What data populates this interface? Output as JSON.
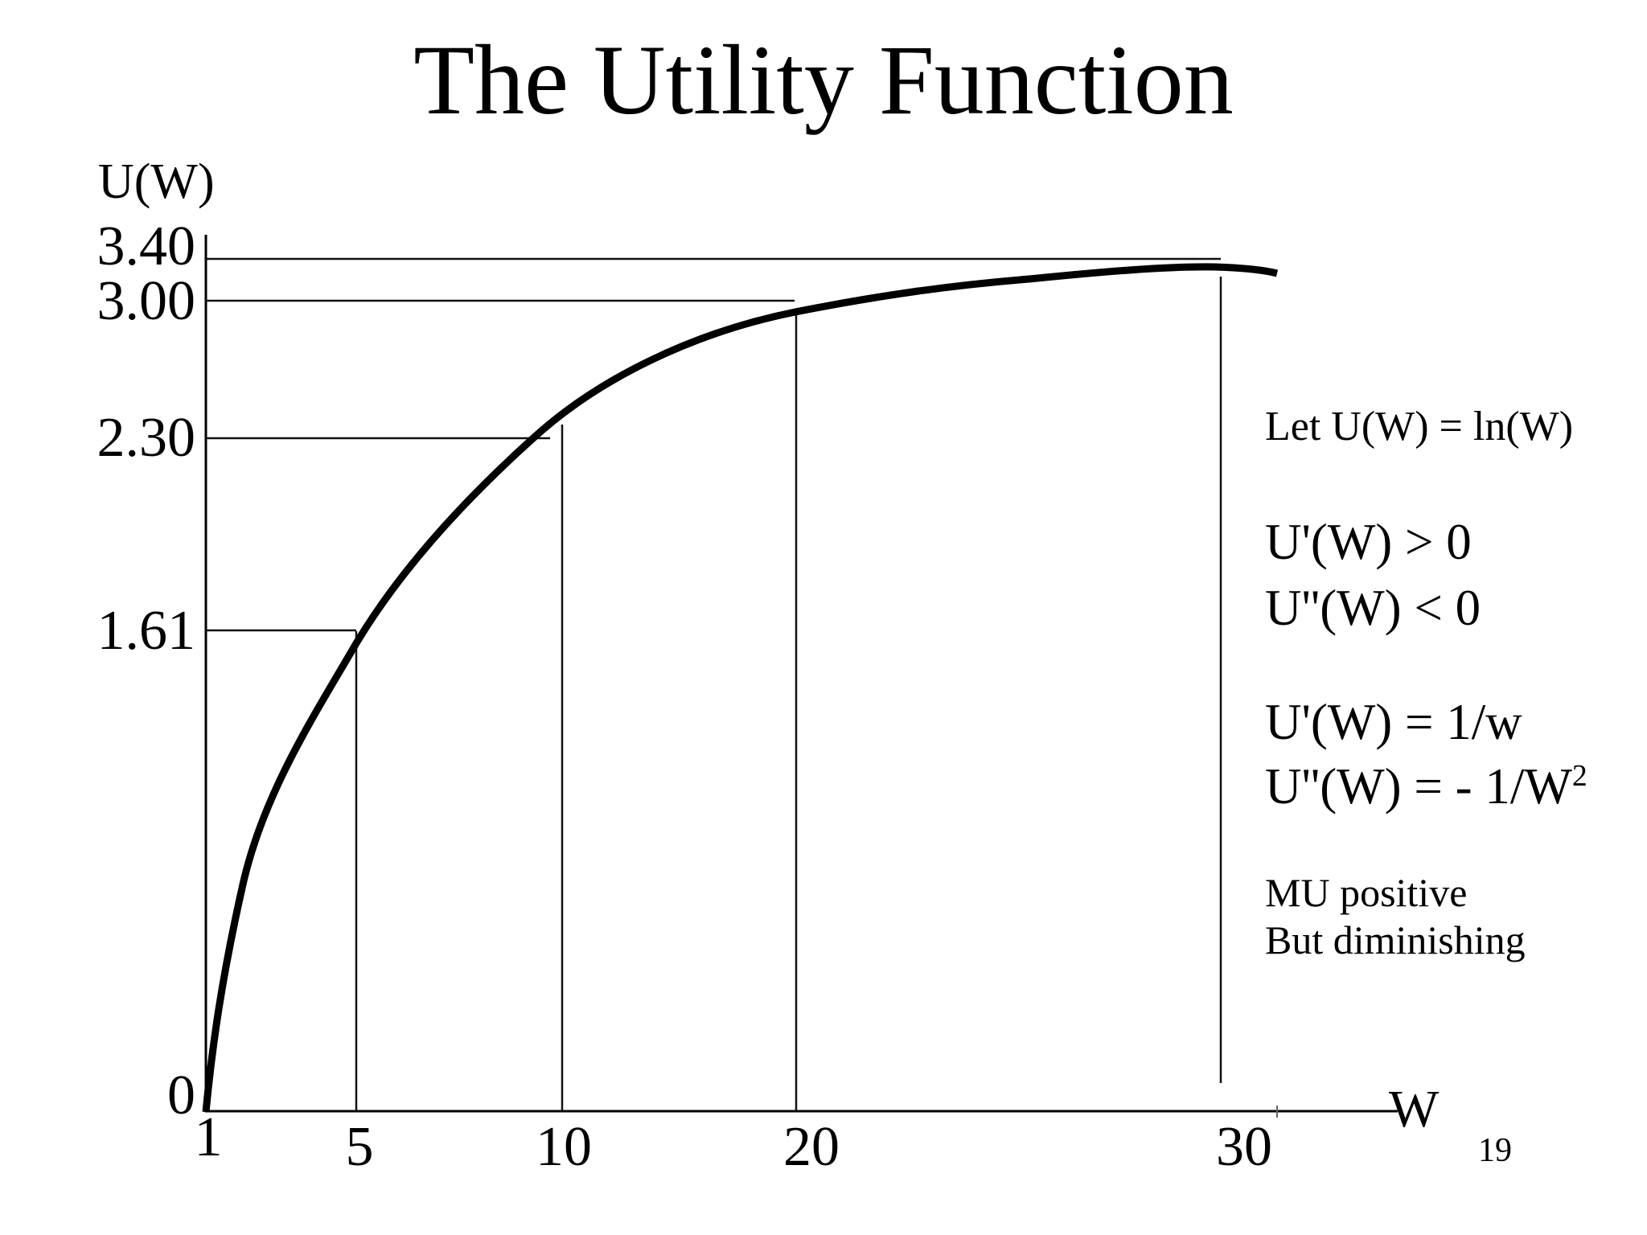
{
  "slide": {
    "title": "The Utility Function",
    "page_number": "19"
  },
  "chart_data": {
    "type": "line",
    "title": "The Utility Function",
    "xlabel": "W",
    "ylabel": "U(W)",
    "series": [
      {
        "name": "U(W) = ln(W)",
        "x": [
          1,
          5,
          10,
          20,
          30
        ],
        "y": [
          0,
          1.61,
          2.3,
          3.0,
          3.4
        ]
      }
    ],
    "x_ticks": [
      "1",
      "5",
      "10",
      "20",
      "30"
    ],
    "y_ticks": [
      "3.40",
      "3.00",
      "2.30",
      "1.61",
      "0"
    ],
    "xlim": [
      1,
      33
    ],
    "ylim": [
      0,
      3.6
    ],
    "grid": false,
    "legend": "none",
    "curve_color": "#000000",
    "background": "#ffffff",
    "reference_points": [
      {
        "x": 5,
        "y": 1.61
      },
      {
        "x": 10,
        "y": 2.3
      },
      {
        "x": 20,
        "y": 3.0
      },
      {
        "x": 30,
        "y": 3.4
      }
    ]
  },
  "annotations": {
    "definition": "Let U(W) = ln(W)",
    "du_positive": "U'(W) > 0",
    "d2u_negative": "U''(W) < 0",
    "du_formula": "U'(W) = 1/w",
    "d2u_formula_base": "U''(W) = - 1/W",
    "d2u_formula_sup": "2",
    "mu_line1": "MU positive",
    "mu_line2": "But diminishing"
  }
}
